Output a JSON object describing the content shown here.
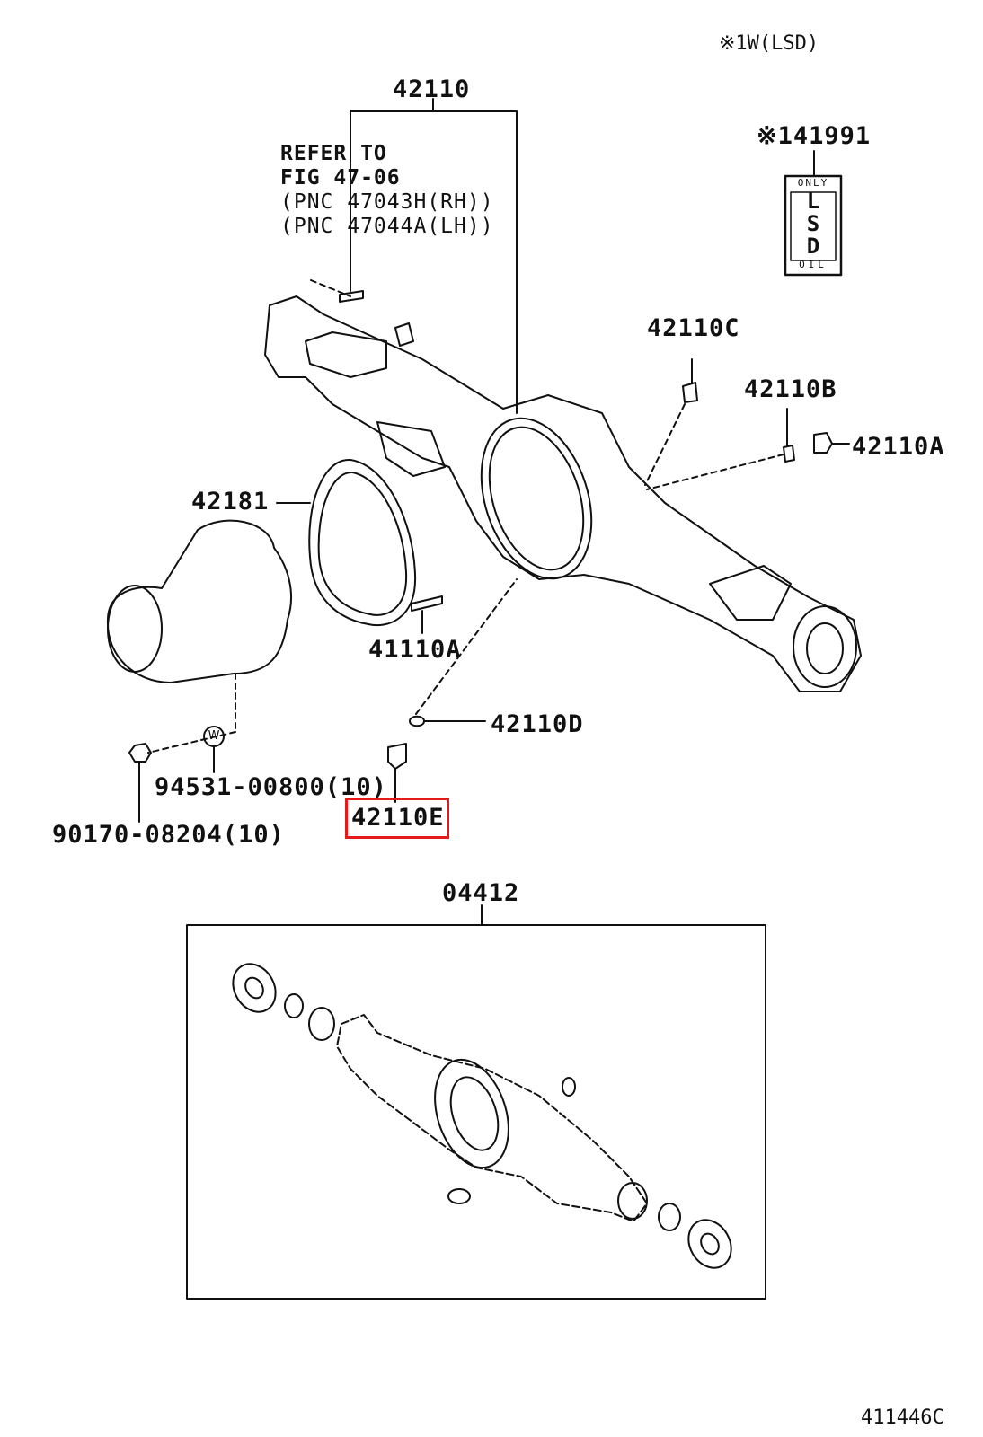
{
  "header_note": "※1W(LSD)",
  "refer": {
    "line1": "REFER TO",
    "line2": "FIG 47-06",
    "line3": "(PNC 47043H(RH))",
    "line4": "(PNC 47044A(LH))"
  },
  "parts": {
    "p42110": "42110",
    "p141991": "※141991",
    "p42110C": "42110C",
    "p42110B": "42110B",
    "p42110A": "42110A",
    "p42181": "42181",
    "p41110A": "41110A",
    "p42110D": "42110D",
    "p94531": "94531-00800(10)",
    "p42110E": "42110E",
    "p90170": "90170-08204(10)",
    "p04412": "04412"
  },
  "tag_text": {
    "top": "ONLY",
    "letters": [
      "L",
      "S",
      "D"
    ],
    "bottom": "OIL"
  },
  "washer_mark": "W",
  "footer_code": "411446C",
  "colors": {
    "highlight": "#e41b1b",
    "ink": "#111111"
  }
}
